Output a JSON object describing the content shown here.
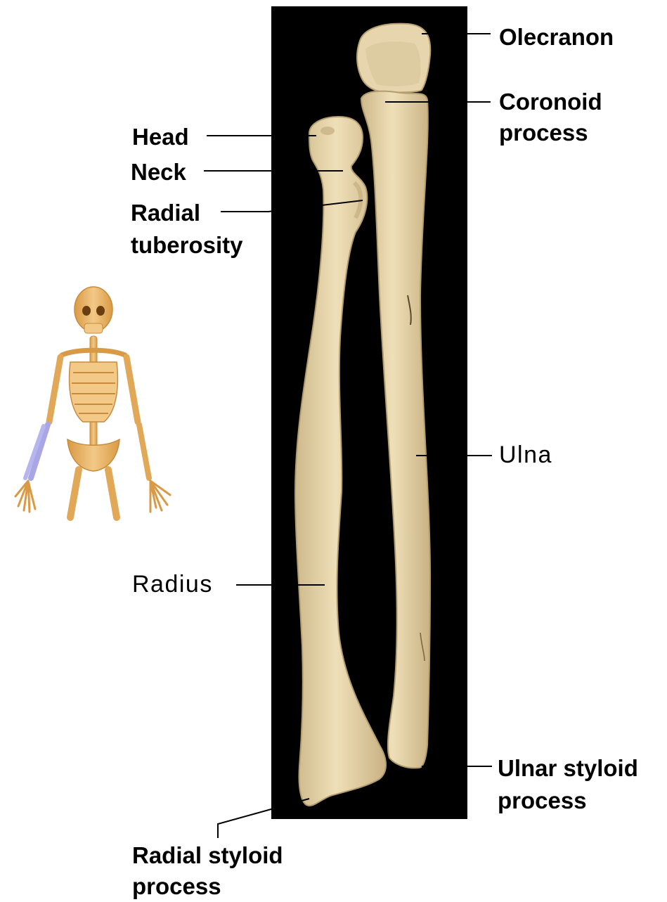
{
  "labels": {
    "olecranon": "Olecranon",
    "coronoid_1": "Coronoid",
    "coronoid_2": "process",
    "head": "Head",
    "neck": "Neck",
    "radial_tuberosity_1": "Radial",
    "radial_tuberosity_2": "tuberosity",
    "ulna": "Ulna",
    "radius": "Radius",
    "ulnar_styloid_1": "Ulnar styloid",
    "ulnar_styloid_2": "process",
    "radial_styloid_1": "Radial styloid",
    "radial_styloid_2": "process"
  },
  "colors": {
    "photo_background": "#000000",
    "bone": "#e9d7ad",
    "bone_shadow": "#c8b384",
    "skeleton_bone": "#e8b46a",
    "forearm_highlight": "#a9a6e6",
    "leader_line": "#000000"
  }
}
